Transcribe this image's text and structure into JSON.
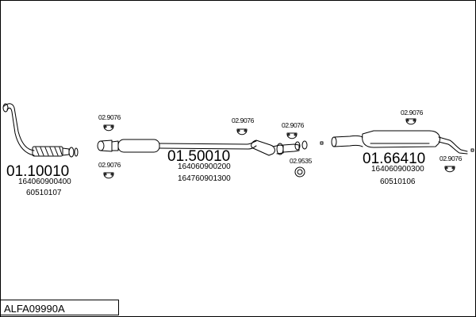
{
  "diagram_code": "ALFA09990A",
  "parts": {
    "front_pipe": {
      "number": "01.10010",
      "refs": [
        "164060900400",
        "60510107"
      ]
    },
    "center_muffler": {
      "number": "01.50010",
      "refs": [
        "164060900200",
        "164760901300"
      ]
    },
    "rear_muffler": {
      "number": "01.66410",
      "refs": [
        "164060900300",
        "60510106"
      ]
    }
  },
  "fittings": [
    {
      "id": "clamp-1",
      "number": "02.9076"
    },
    {
      "id": "clamp-2",
      "number": "02.9076"
    },
    {
      "id": "clamp-3",
      "number": "02.9076"
    },
    {
      "id": "clamp-4",
      "number": "02.9076"
    },
    {
      "id": "gasket-1",
      "number": "02.9535"
    },
    {
      "id": "clamp-5",
      "number": "02.9076"
    },
    {
      "id": "clamp-6",
      "number": "02.9076"
    }
  ]
}
